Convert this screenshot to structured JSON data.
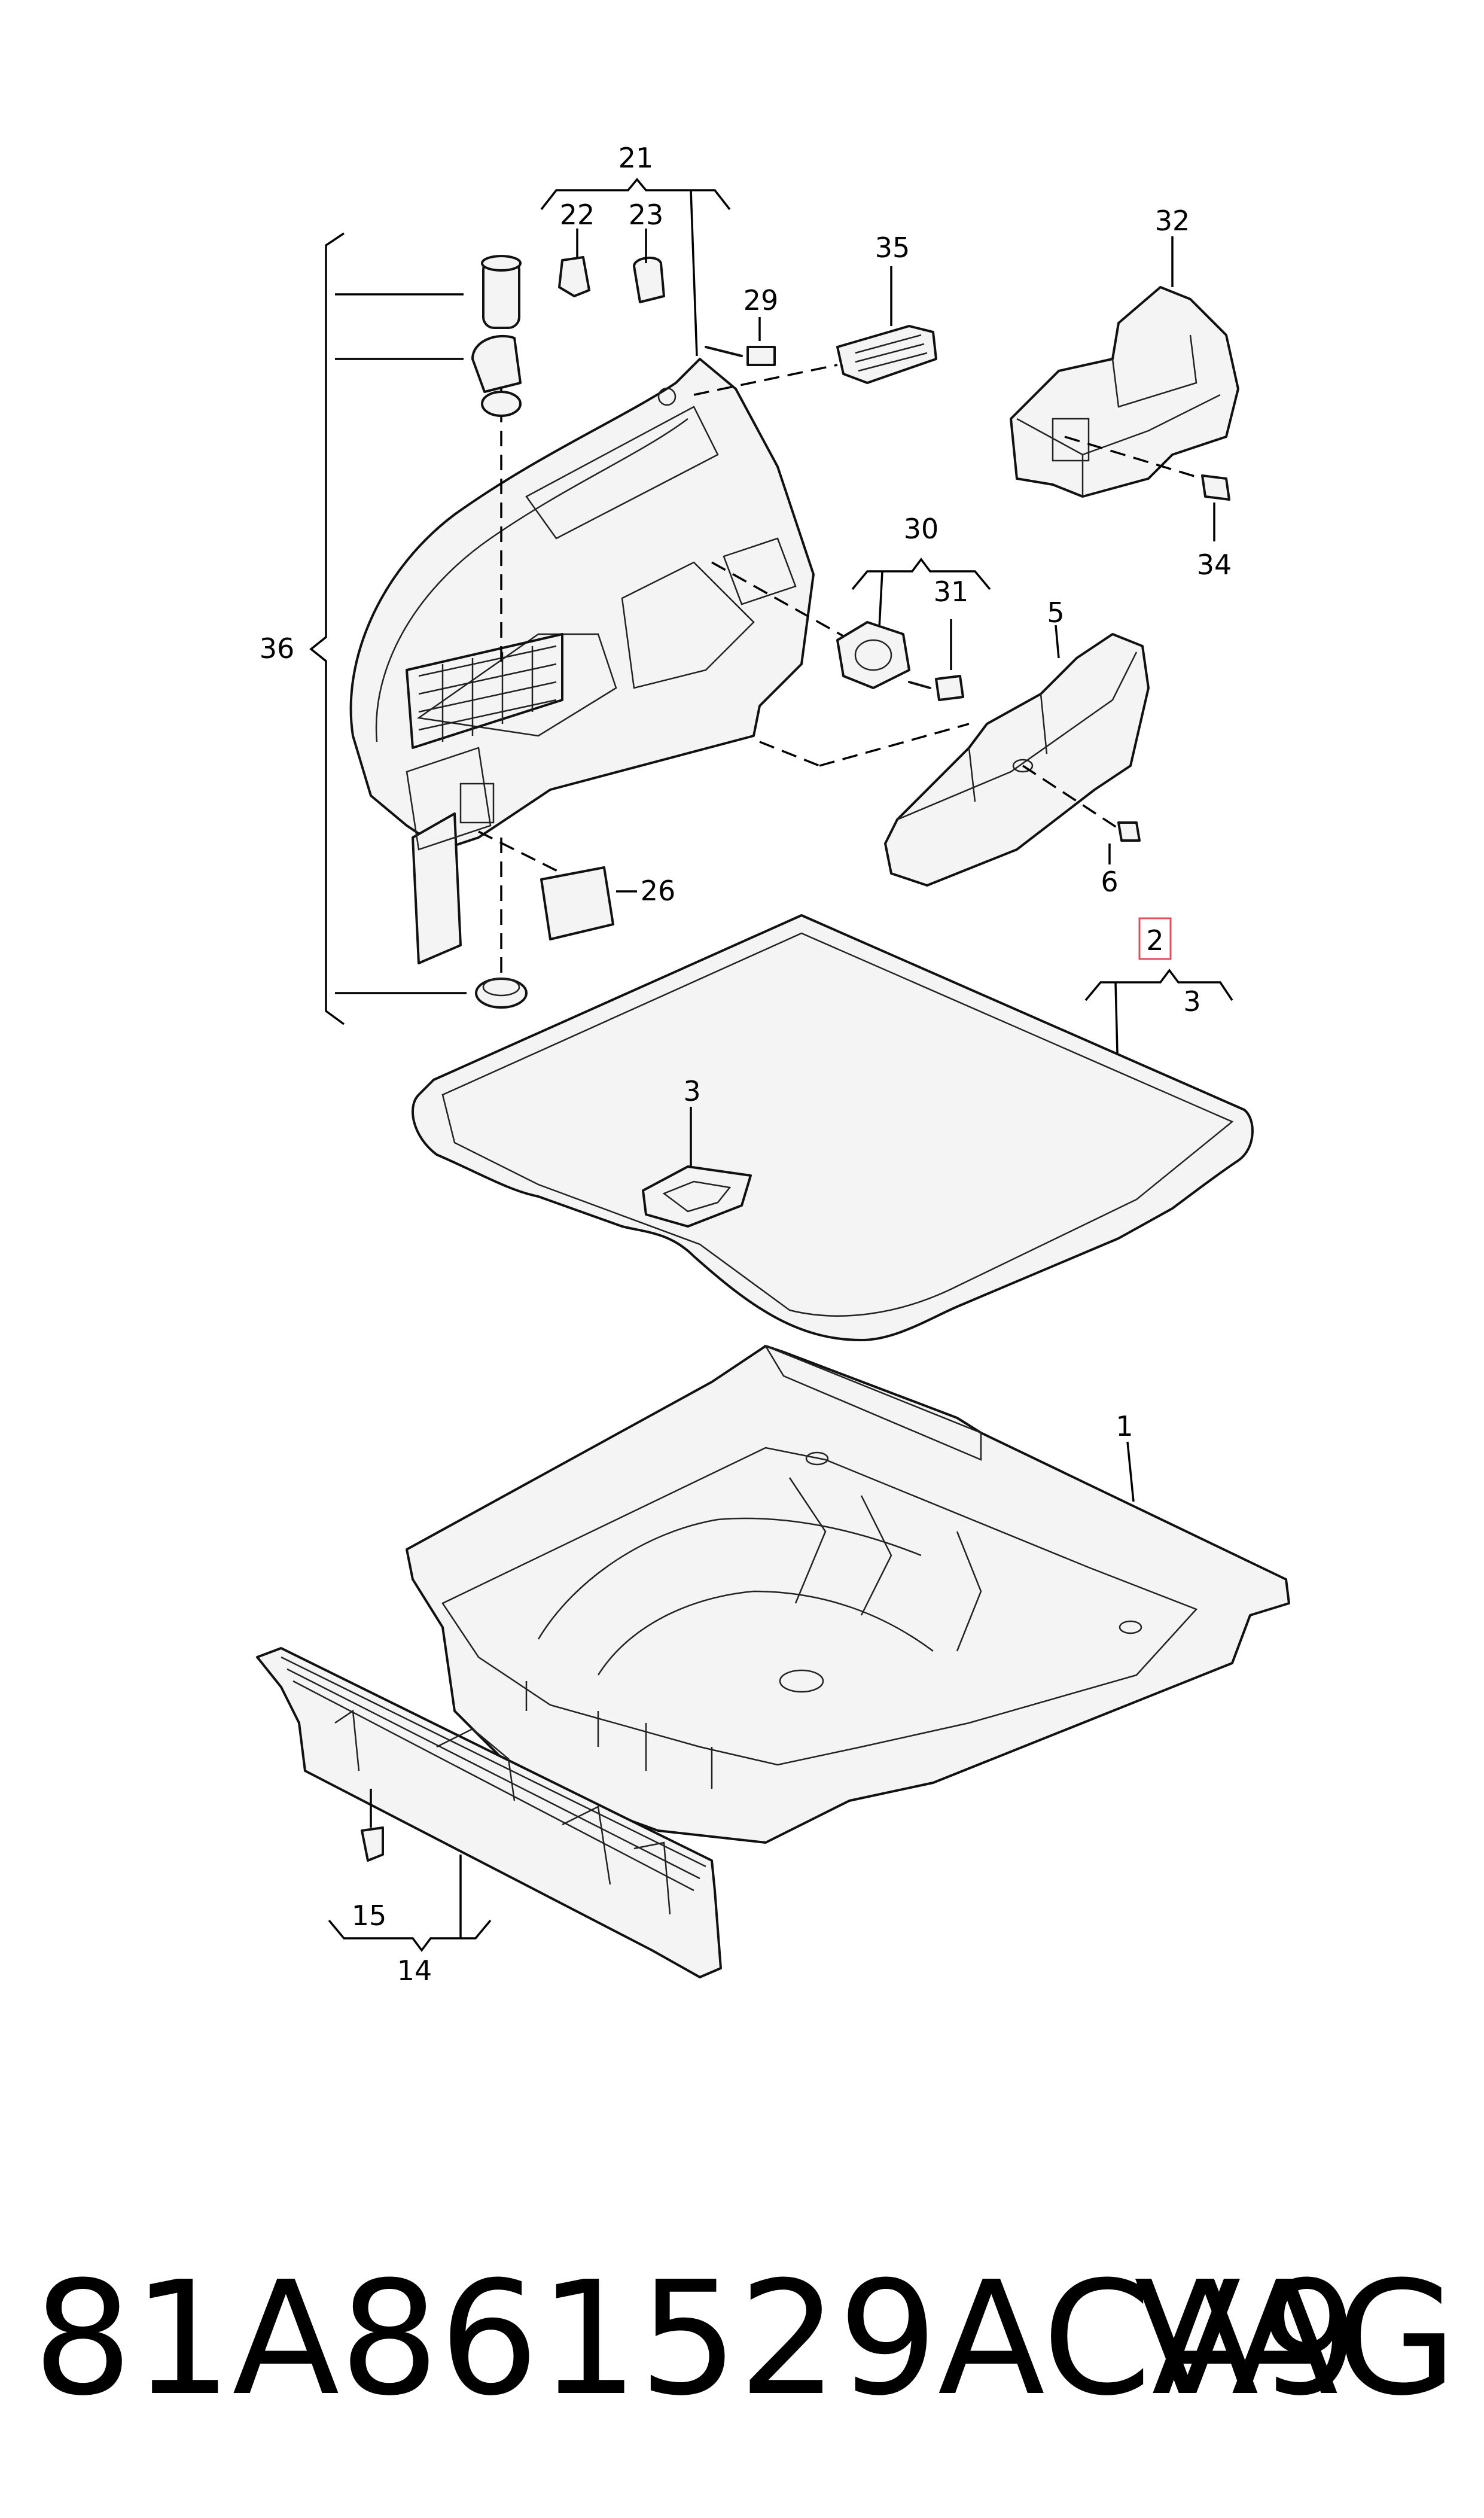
{
  "callouts": {
    "c1": "1",
    "c2": "2",
    "c3a": "3",
    "c3b": "3",
    "c5": "5",
    "c6": "6",
    "c14": "14",
    "c15": "15",
    "c21": "21",
    "c22": "22",
    "c23": "23",
    "c26": "26",
    "c29": "29",
    "c30": "30",
    "c31": "31",
    "c32": "32",
    "c34": "34",
    "c35": "35",
    "c36": "36"
  },
  "highlighted_callout": "2",
  "highlight_color": "#e0505a",
  "footer": {
    "part_number": "81A861529ACA9",
    "brand": "VAG"
  }
}
